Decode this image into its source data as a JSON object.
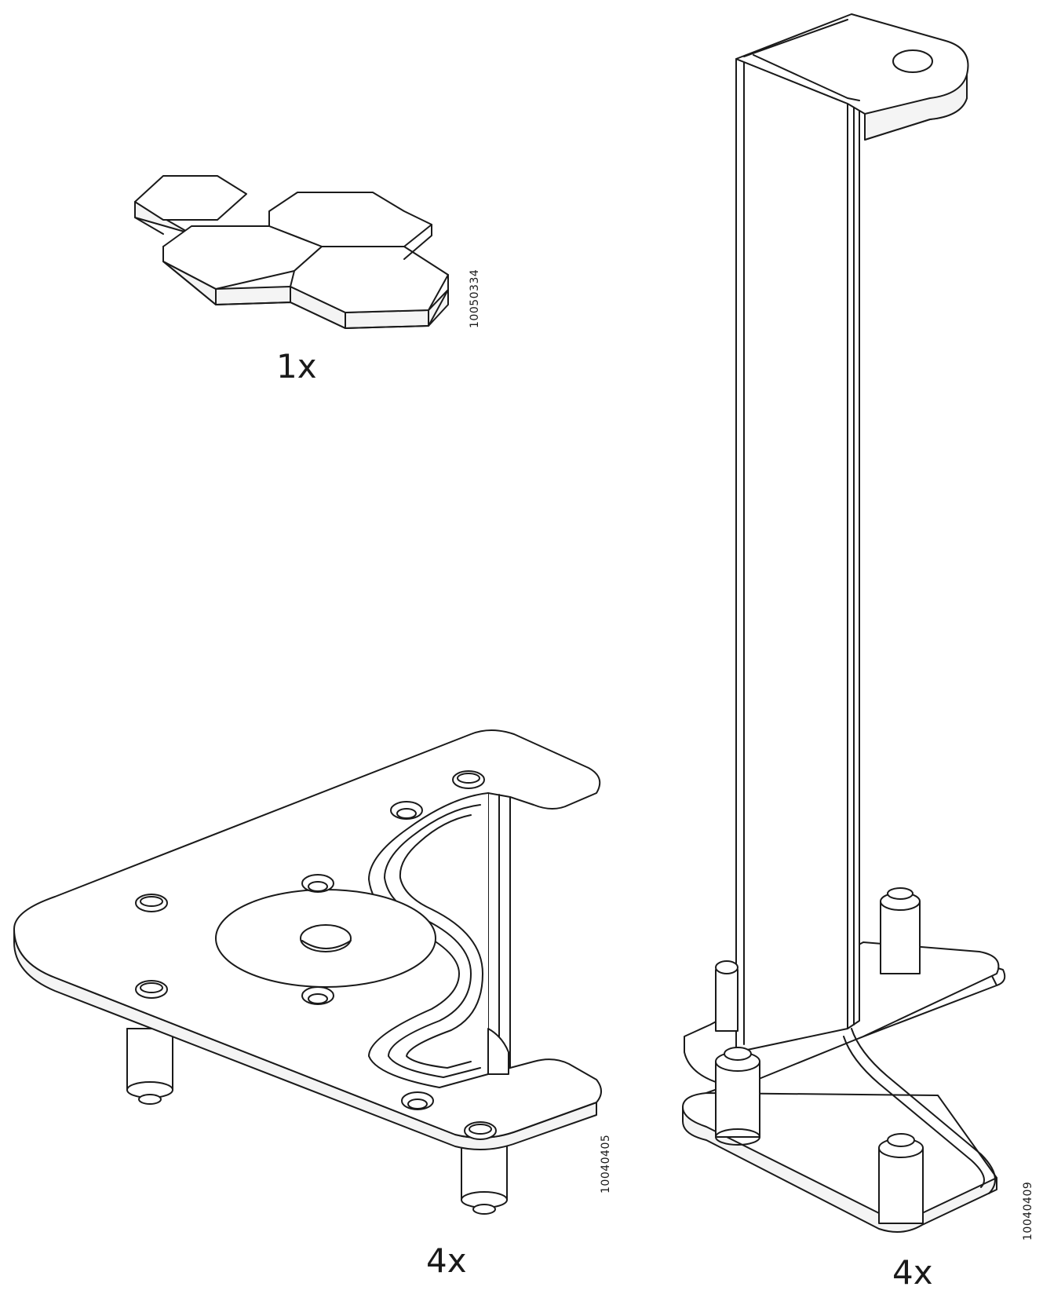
{
  "parts": [
    {
      "id": "hex-pads",
      "quantity": "1x",
      "article_number": "10050334"
    },
    {
      "id": "corner-plate",
      "quantity": "4x",
      "article_number": "10040405"
    },
    {
      "id": "leg-bracket",
      "quantity": "4x",
      "article_number": "10040409"
    }
  ],
  "style": {
    "line_color": "#1a1a1a",
    "fill": "#ffffff",
    "shade": "#f2f2f2"
  }
}
